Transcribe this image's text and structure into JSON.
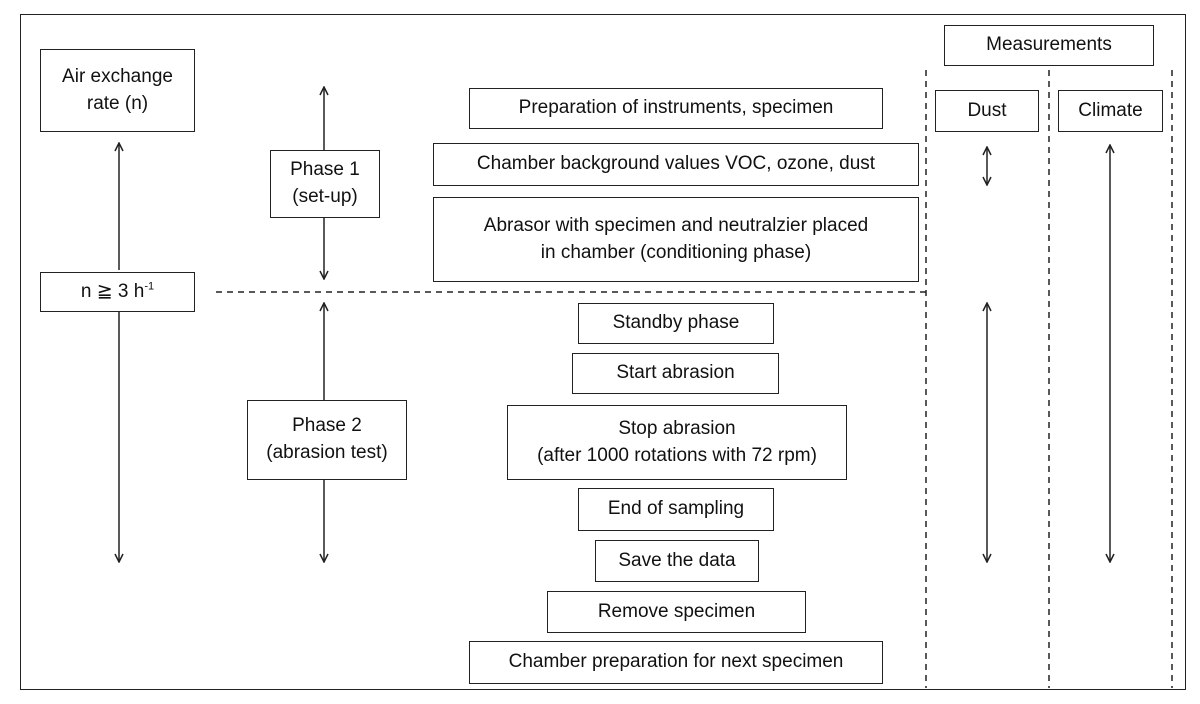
{
  "left": {
    "air_exchange": "Air exchange\nrate (n)",
    "rate_prefix": "n ≧ 3 h",
    "rate_exp": "-1"
  },
  "phases": {
    "phase1": "Phase 1\n(set-up)",
    "phase2": "Phase 2\n(abrasion test)"
  },
  "steps": [
    "Preparation of instruments, specimen",
    "Chamber background values VOC, ozone, dust",
    "Abrasor with specimen and neutralzier placed\nin chamber (conditioning phase)",
    "Standby phase",
    "Start abrasion",
    "Stop abrasion\n(after 1000 rotations with 72 rpm)",
    "End of sampling",
    "Save the data",
    "Remove specimen",
    "Chamber preparation for next specimen"
  ],
  "measurements": {
    "title": "Measurements",
    "dust": "Dust",
    "climate": "Climate"
  }
}
